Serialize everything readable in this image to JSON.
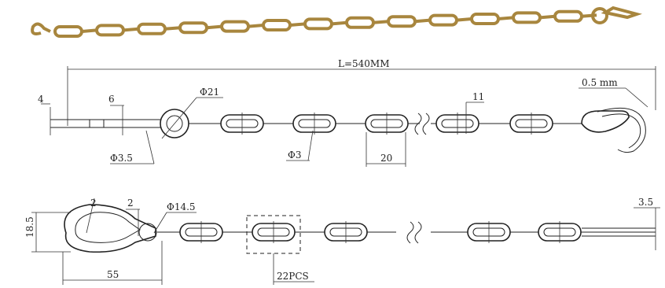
{
  "drawing": {
    "length_label": "L=540MM",
    "dims_top": {
      "d4": "4",
      "d6": "6",
      "phi21": "Φ21",
      "phi35": "Φ3.5",
      "phi3": "Φ3",
      "d20": "20",
      "d11": "11",
      "d05": "0.5 mm"
    },
    "dims_bottom": {
      "d2a": "2",
      "d2b": "2",
      "phi145": "Φ14.5",
      "d185": "18.5",
      "d55": "55",
      "pcs": "22PCS",
      "d35": "3.5"
    }
  },
  "colors": {
    "line": "#222222",
    "chain_gold": "#a8863e",
    "chain_highlight": "#e8cf8c",
    "background": "#ffffff"
  }
}
